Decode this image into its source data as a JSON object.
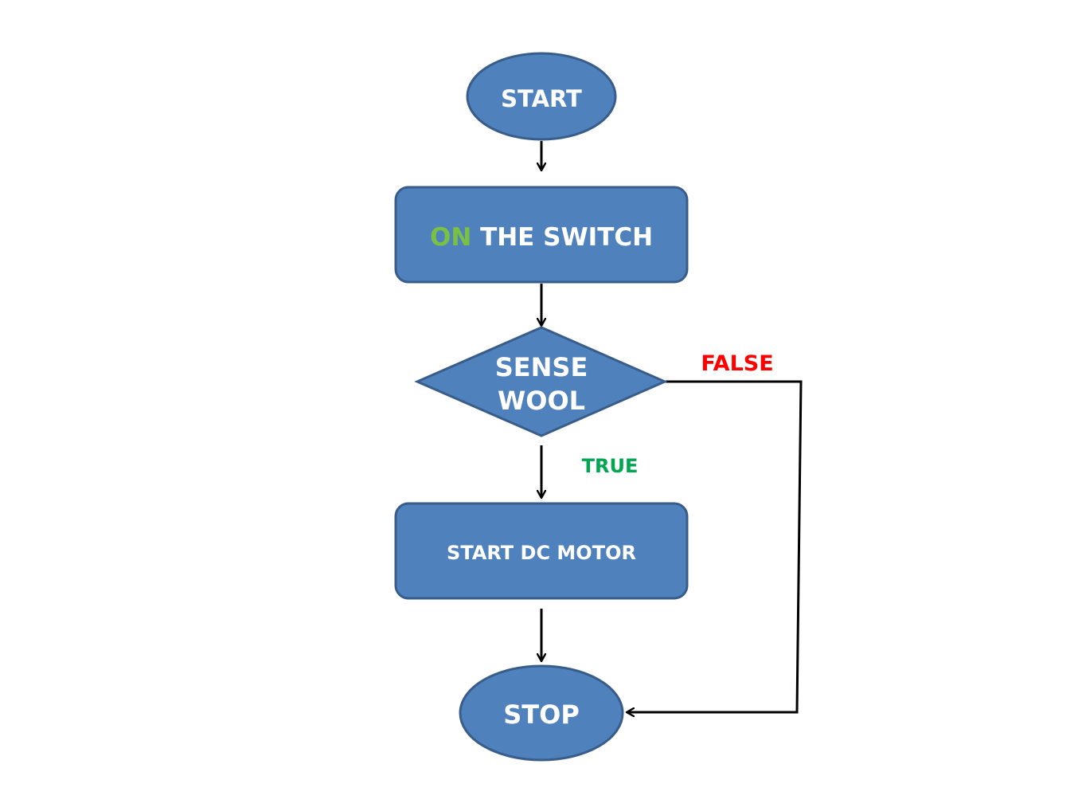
{
  "diagram": {
    "nodes": [
      {
        "id": "start",
        "shape": "ellipse",
        "lines": [
          [
            {
              "text": "START",
              "color": "#ffffff"
            }
          ]
        ]
      },
      {
        "id": "switch",
        "shape": "rounded-rect",
        "lines": [
          [
            {
              "text": "ON",
              "color": "#7ac143"
            },
            {
              "text": " THE SWITCH",
              "color": "#ffffff"
            }
          ]
        ]
      },
      {
        "id": "sense",
        "shape": "diamond",
        "lines": [
          [
            {
              "text": "SENSE",
              "color": "#ffffff"
            }
          ],
          [
            {
              "text": "WOOL",
              "color": "#ffffff"
            }
          ]
        ]
      },
      {
        "id": "motor",
        "shape": "rounded-rect",
        "lines": [
          [
            {
              "text": "START DC MOTOR",
              "color": "#ffffff"
            }
          ]
        ]
      },
      {
        "id": "stop",
        "shape": "ellipse",
        "lines": [
          [
            {
              "text": "STOP",
              "color": "#ffffff"
            }
          ]
        ]
      }
    ],
    "edges": [
      {
        "from": "start",
        "to": "switch",
        "label": ""
      },
      {
        "from": "switch",
        "to": "sense",
        "label": ""
      },
      {
        "from": "sense",
        "to": "motor",
        "label": "TRUE",
        "label_color": "#00a651"
      },
      {
        "from": "sense",
        "to": "stop",
        "label": "FALSE",
        "label_color": "#ff0000"
      },
      {
        "from": "motor",
        "to": "stop",
        "label": ""
      }
    ],
    "colors": {
      "node_fill": "#4f81bd",
      "node_border": "#385d8a",
      "text": "#ffffff",
      "edge": "#000000"
    }
  }
}
